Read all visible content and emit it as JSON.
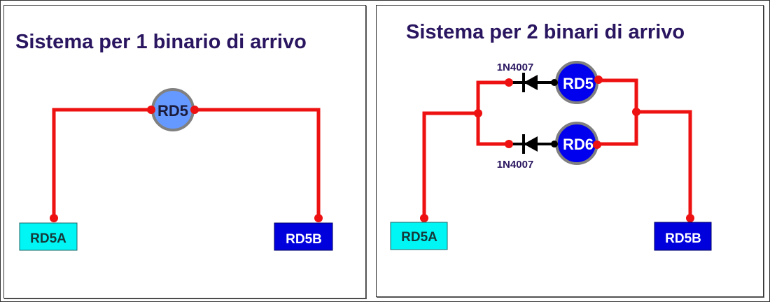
{
  "panels": [
    {
      "title": "Sistema per 1 binario di arrivo",
      "sensor": "RD5",
      "terminal_a": "RD5A",
      "terminal_b": "RD5B"
    },
    {
      "title": "Sistema per 2 binari di arrivo",
      "sensor_top": "RD5",
      "sensor_bottom": "RD6",
      "diode_top": "1N4007",
      "diode_bottom": "1N4007",
      "terminal_a": "RD5A",
      "terminal_b": "RD5B"
    }
  ],
  "colors": {
    "wire": "#ee1111",
    "title": "#2a1660",
    "sensor_light": "#6699ff",
    "sensor_dark": "#0000ee",
    "terminal_a": "#00f5f5",
    "terminal_b": "#0000dd"
  }
}
